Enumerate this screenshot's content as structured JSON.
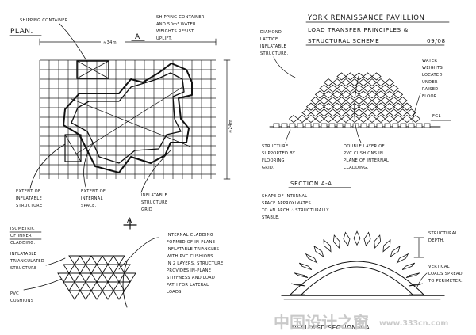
{
  "plan": {
    "title": "PLAN.",
    "dim_horizontal": "≈34m",
    "dim_vertical": "≈24m",
    "section_marker": "A",
    "notes": {
      "shipping_container": "SHIPPING CONTAINER",
      "shipping_water_1": "SHIPPING CONTAINER",
      "shipping_water_2": "AND 50m³ WATER",
      "shipping_water_3": "WEIGHTS RESIST",
      "shipping_water_4": "UPLIFT.",
      "extent_cladding_1": "EXTENT OF",
      "extent_cladding_2": "INFLATABLE",
      "extent_cladding_3": "STRUCTURE",
      "extent_internal_1": "EXTENT OF",
      "extent_internal_2": "INTERNAL",
      "extent_internal_3": "SPACE.",
      "inflatable_grid_1": "INFLATABLE",
      "inflatable_grid_2": "STRUCTURE",
      "inflatable_grid_3": "GRID"
    }
  },
  "header": {
    "line1": "YORK RENAISSANCE PAVILLION",
    "line2": "LOAD TRANSFER PRINCIPLES &",
    "line3": "STRUCTURAL SCHEME",
    "date": "09/08"
  },
  "section": {
    "label_left_1": "DIAMOND",
    "label_left_2": "LATTICE",
    "label_left_3": "INFLATABLE",
    "label_left_4": "STRUCTURE.",
    "label_right_1": "WATER",
    "label_right_2": "WEIGHTS",
    "label_right_3": "LOCATED",
    "label_right_4": "UNDER",
    "label_right_5": "RAISED",
    "label_right_6": "FLOOR.",
    "fgl": "FGL",
    "structure_1": "STRUCTURE",
    "structure_2": "SUPPORTED BY",
    "structure_3": "FLOORING",
    "structure_4": "GRID.",
    "double_1": "DOUBLE LAYER OF",
    "double_2": "PVC CUSHIONS IN",
    "double_3": "PLANE OF INTERNAL",
    "double_4": "CLADDING.",
    "title": "SECTION A-A",
    "shape_1": "SHAPE OF INTERNAL",
    "shape_2": "SPACE APPROXIMATES",
    "shape_3": "TO AN ARCH ∴ STRUCTURALLY",
    "shape_4": "STABLE."
  },
  "isometric": {
    "title_1": "ISOMETRIC",
    "title_2": "OF INNER",
    "title_3": "CLADDING.",
    "lbl_1": "INFLATABLE",
    "lbl_2": "TRIANGULATED",
    "lbl_3": "STRUCTURE",
    "pvc_1": "PVC",
    "pvc_2": "CUSHIONS"
  },
  "cladding_note": {
    "l1": "INTERNAL CLADDING",
    "l2": "FORMED OF IN-PLANE",
    "l3": "INFLATABLE TRIANGLES",
    "l4": "WITH PVC CUSHIONS",
    "l5": "IN 2 LAYERS. STRUCTURE",
    "l6": "PROVIDES IN-PLANE",
    "l7": "STIFFNESS AND LOAD",
    "l8": "PATH FOR LATERAL",
    "l9": "LOADS."
  },
  "deployed": {
    "structural_1": "STRUCTURAL",
    "structural_2": "DEPTH.",
    "vertical_1": "VERTICAL",
    "vertical_2": "LOADS SPREAD",
    "vertical_3": "TO PERIMETER.",
    "title": "DEPLOYED SECTION A-A"
  },
  "watermark": {
    "text": "中国设计之窗",
    "url": "www.333cn.com"
  }
}
